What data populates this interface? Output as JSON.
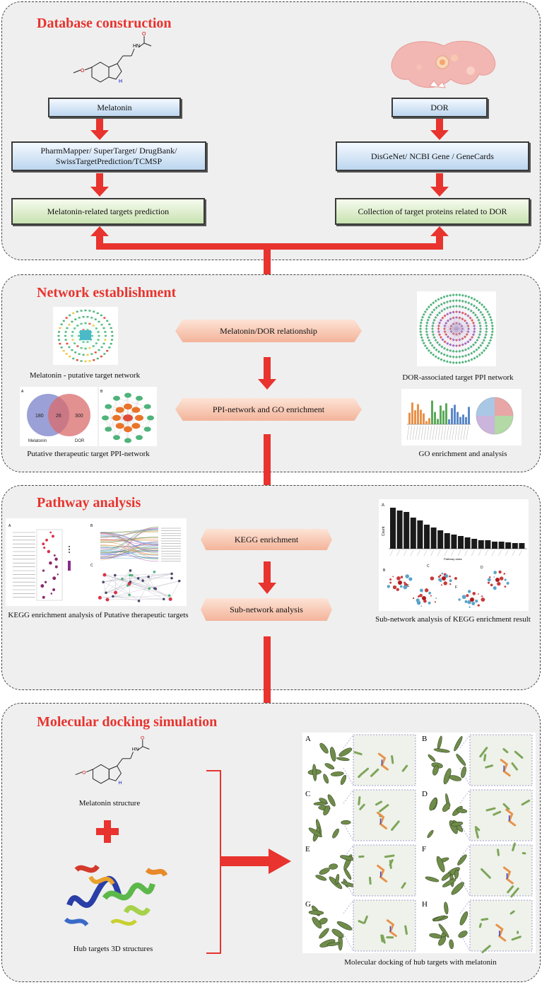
{
  "sections": {
    "s1": "Database construction",
    "s2": "Network establishment",
    "s3": "Pathway analysis",
    "s4": "Molecular docking simulation"
  },
  "s1": {
    "left_box1": "Melatonin",
    "left_box2": "PharmMapper/ SuperTarget/ DrugBank/ SwissTargetPrediction/TCMSP",
    "left_box3": "Melatonin-related targets prediction",
    "right_box1": "DOR",
    "right_box2": "DisGeNet/ NCBI Gene / GeneCards",
    "right_box3": "Collection of target proteins related to DOR"
  },
  "s2": {
    "hex1": "Melatonin/DOR relationship",
    "hex2": "PPI-network and GO enrichment",
    "cap_left1": "Melatonin - putative target network",
    "cap_left2": "Putative therapeutic target PPI-network",
    "cap_right1": "DOR-associated target PPI network",
    "cap_right2": "GO enrichment and analysis",
    "venn_left_n": "180",
    "venn_mid_n": "26",
    "venn_right_n": "300",
    "venn_left_label": "Melatonin",
    "venn_right_label": "DOR",
    "panel_a": "A",
    "panel_b": "B"
  },
  "s3": {
    "hex1": "KEGG enrichment",
    "hex2": "Sub-network analysis",
    "cap_left": "KEGG enrichment analysis of Putative therapeutic targets",
    "cap_right": "Sub-network analysis of KEGG enrichment result",
    "labels": [
      "A",
      "B",
      "C"
    ],
    "right_labels": [
      "A",
      "B",
      "C",
      "D",
      "E",
      "F"
    ],
    "ylabel": "Count",
    "xlabel": "Pathway class"
  },
  "s4": {
    "cap_mel": "Melatonin structure",
    "cap_hub": "Hub targets 3D structures",
    "cap_dock": "Molecular docking of hub targets with melatonin",
    "dock_labels": [
      "A",
      "B",
      "C",
      "D",
      "E",
      "F",
      "G",
      "H"
    ]
  },
  "molecule": {
    "amide_o": "O",
    "nh_top": "HN",
    "nh_ring": "N",
    "h_ring": "H",
    "o_methoxy": "O"
  },
  "colors": {
    "accent_red": "#e8332e",
    "panel_bg": "#efefef"
  }
}
